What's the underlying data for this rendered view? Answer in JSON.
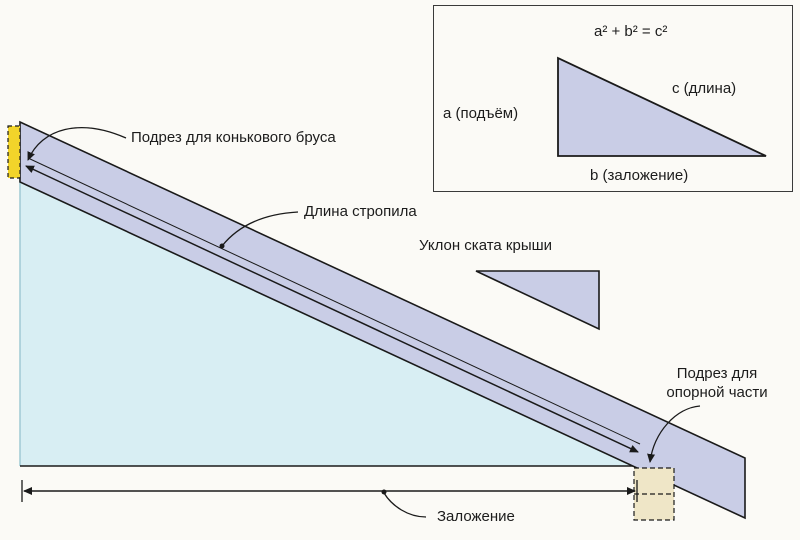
{
  "labels": {
    "ridge_cut": "Подрез для конькового бруса",
    "rafter_length": "Длина стропила",
    "roof_slope": "Уклон ската крыши",
    "support_cut_line1": "Подрез для",
    "support_cut_line2": "опорной части",
    "run": "Заложение"
  },
  "inset": {
    "formula": "a² + b² = c²",
    "a_label": "a (подъём)",
    "b_label": "b (заложение)",
    "c_label": "c (длина)"
  },
  "colors": {
    "wall_fill": "#d8eef3",
    "rafter_fill": "#c9cde6",
    "ridge_block": "#f2d42a",
    "support_block": "#efe6c7",
    "line": "#1a1a1a"
  }
}
